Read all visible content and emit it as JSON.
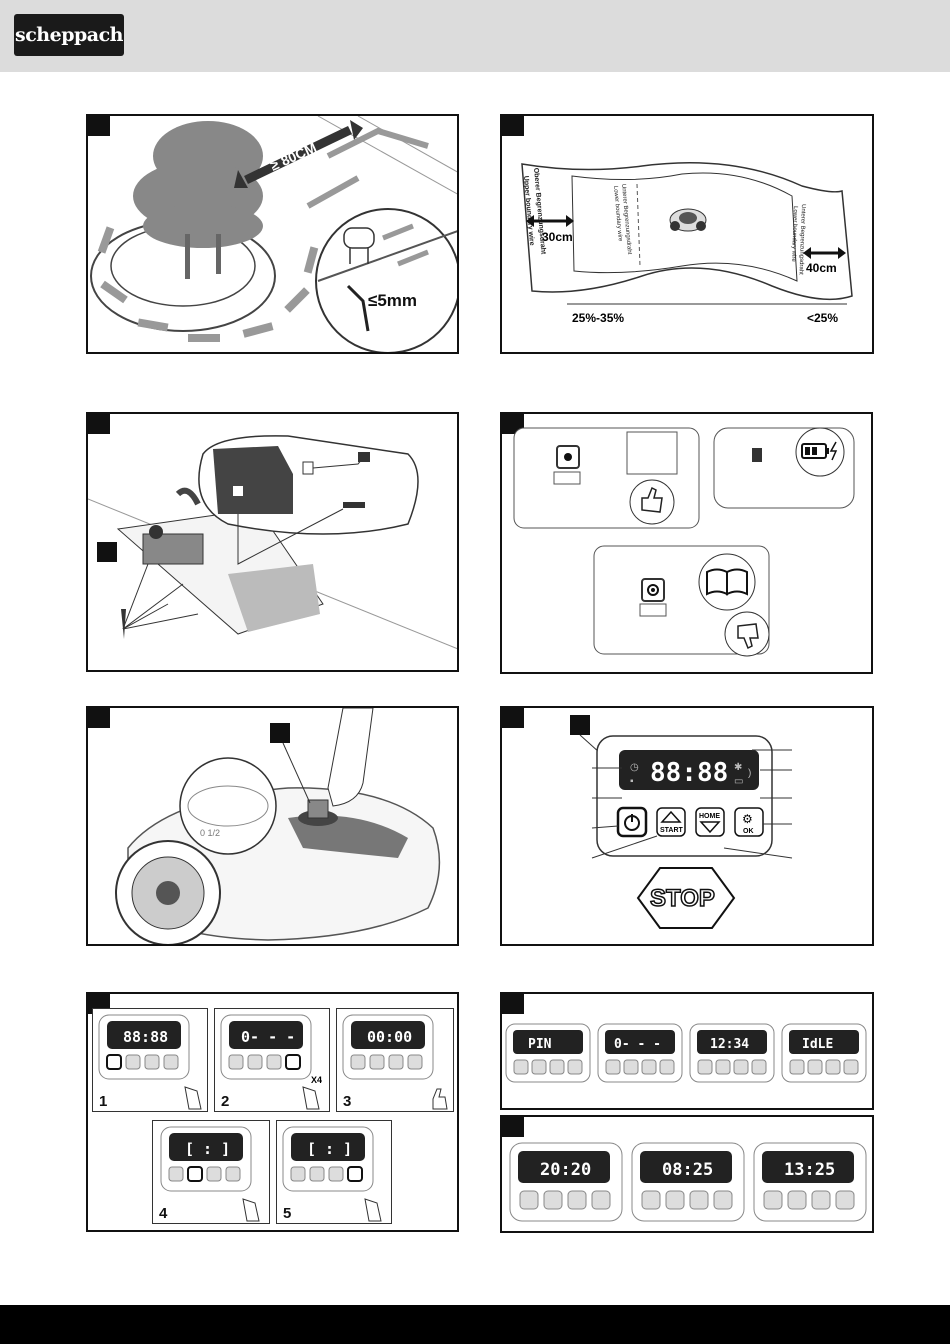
{
  "brand": {
    "name": "scheppach"
  },
  "fig1": {
    "distance_label": "≥ 80CM",
    "gap_label": "≤5mm"
  },
  "fig2": {
    "upper_wire_de": "Oberer Begrenzungsdraht",
    "upper_wire_en": "Upper boundary wire",
    "lower_wire_de": "Unterer Begrenzungsdraht",
    "lower_wire_en": "Lower boundary wire",
    "left_distance": "30cm",
    "right_distance": "40cm",
    "slope_left": "25%-35%",
    "slope_right": "<25%"
  },
  "fig6": {
    "display": "88:88",
    "start_label": "START",
    "home_label": "HOME",
    "ok_label": "OK",
    "stop_label": "STOP"
  },
  "fig7": {
    "steps": [
      {
        "num": "1",
        "display": "88:88"
      },
      {
        "num": "2",
        "display": "0- - -",
        "note": "X4"
      },
      {
        "num": "3",
        "display": "00:00"
      },
      {
        "num": "4",
        "display": "[ : ]"
      },
      {
        "num": "5",
        "display": "[ : ]"
      }
    ]
  },
  "fig8": {
    "displays": [
      "PIN",
      "0- - -",
      "12:34",
      "IdLE"
    ]
  },
  "fig9": {
    "displays": [
      "20:20",
      "08:25",
      "13:25"
    ]
  },
  "icons": [
    "power-icon",
    "start-icon",
    "home-icon",
    "ok-gear-icon",
    "bluetooth-icon",
    "battery-icon",
    "clock-icon",
    "lock-icon",
    "book-icon",
    "thumbs-up-icon",
    "thumbs-down-icon",
    "hand-pointer-icon"
  ]
}
